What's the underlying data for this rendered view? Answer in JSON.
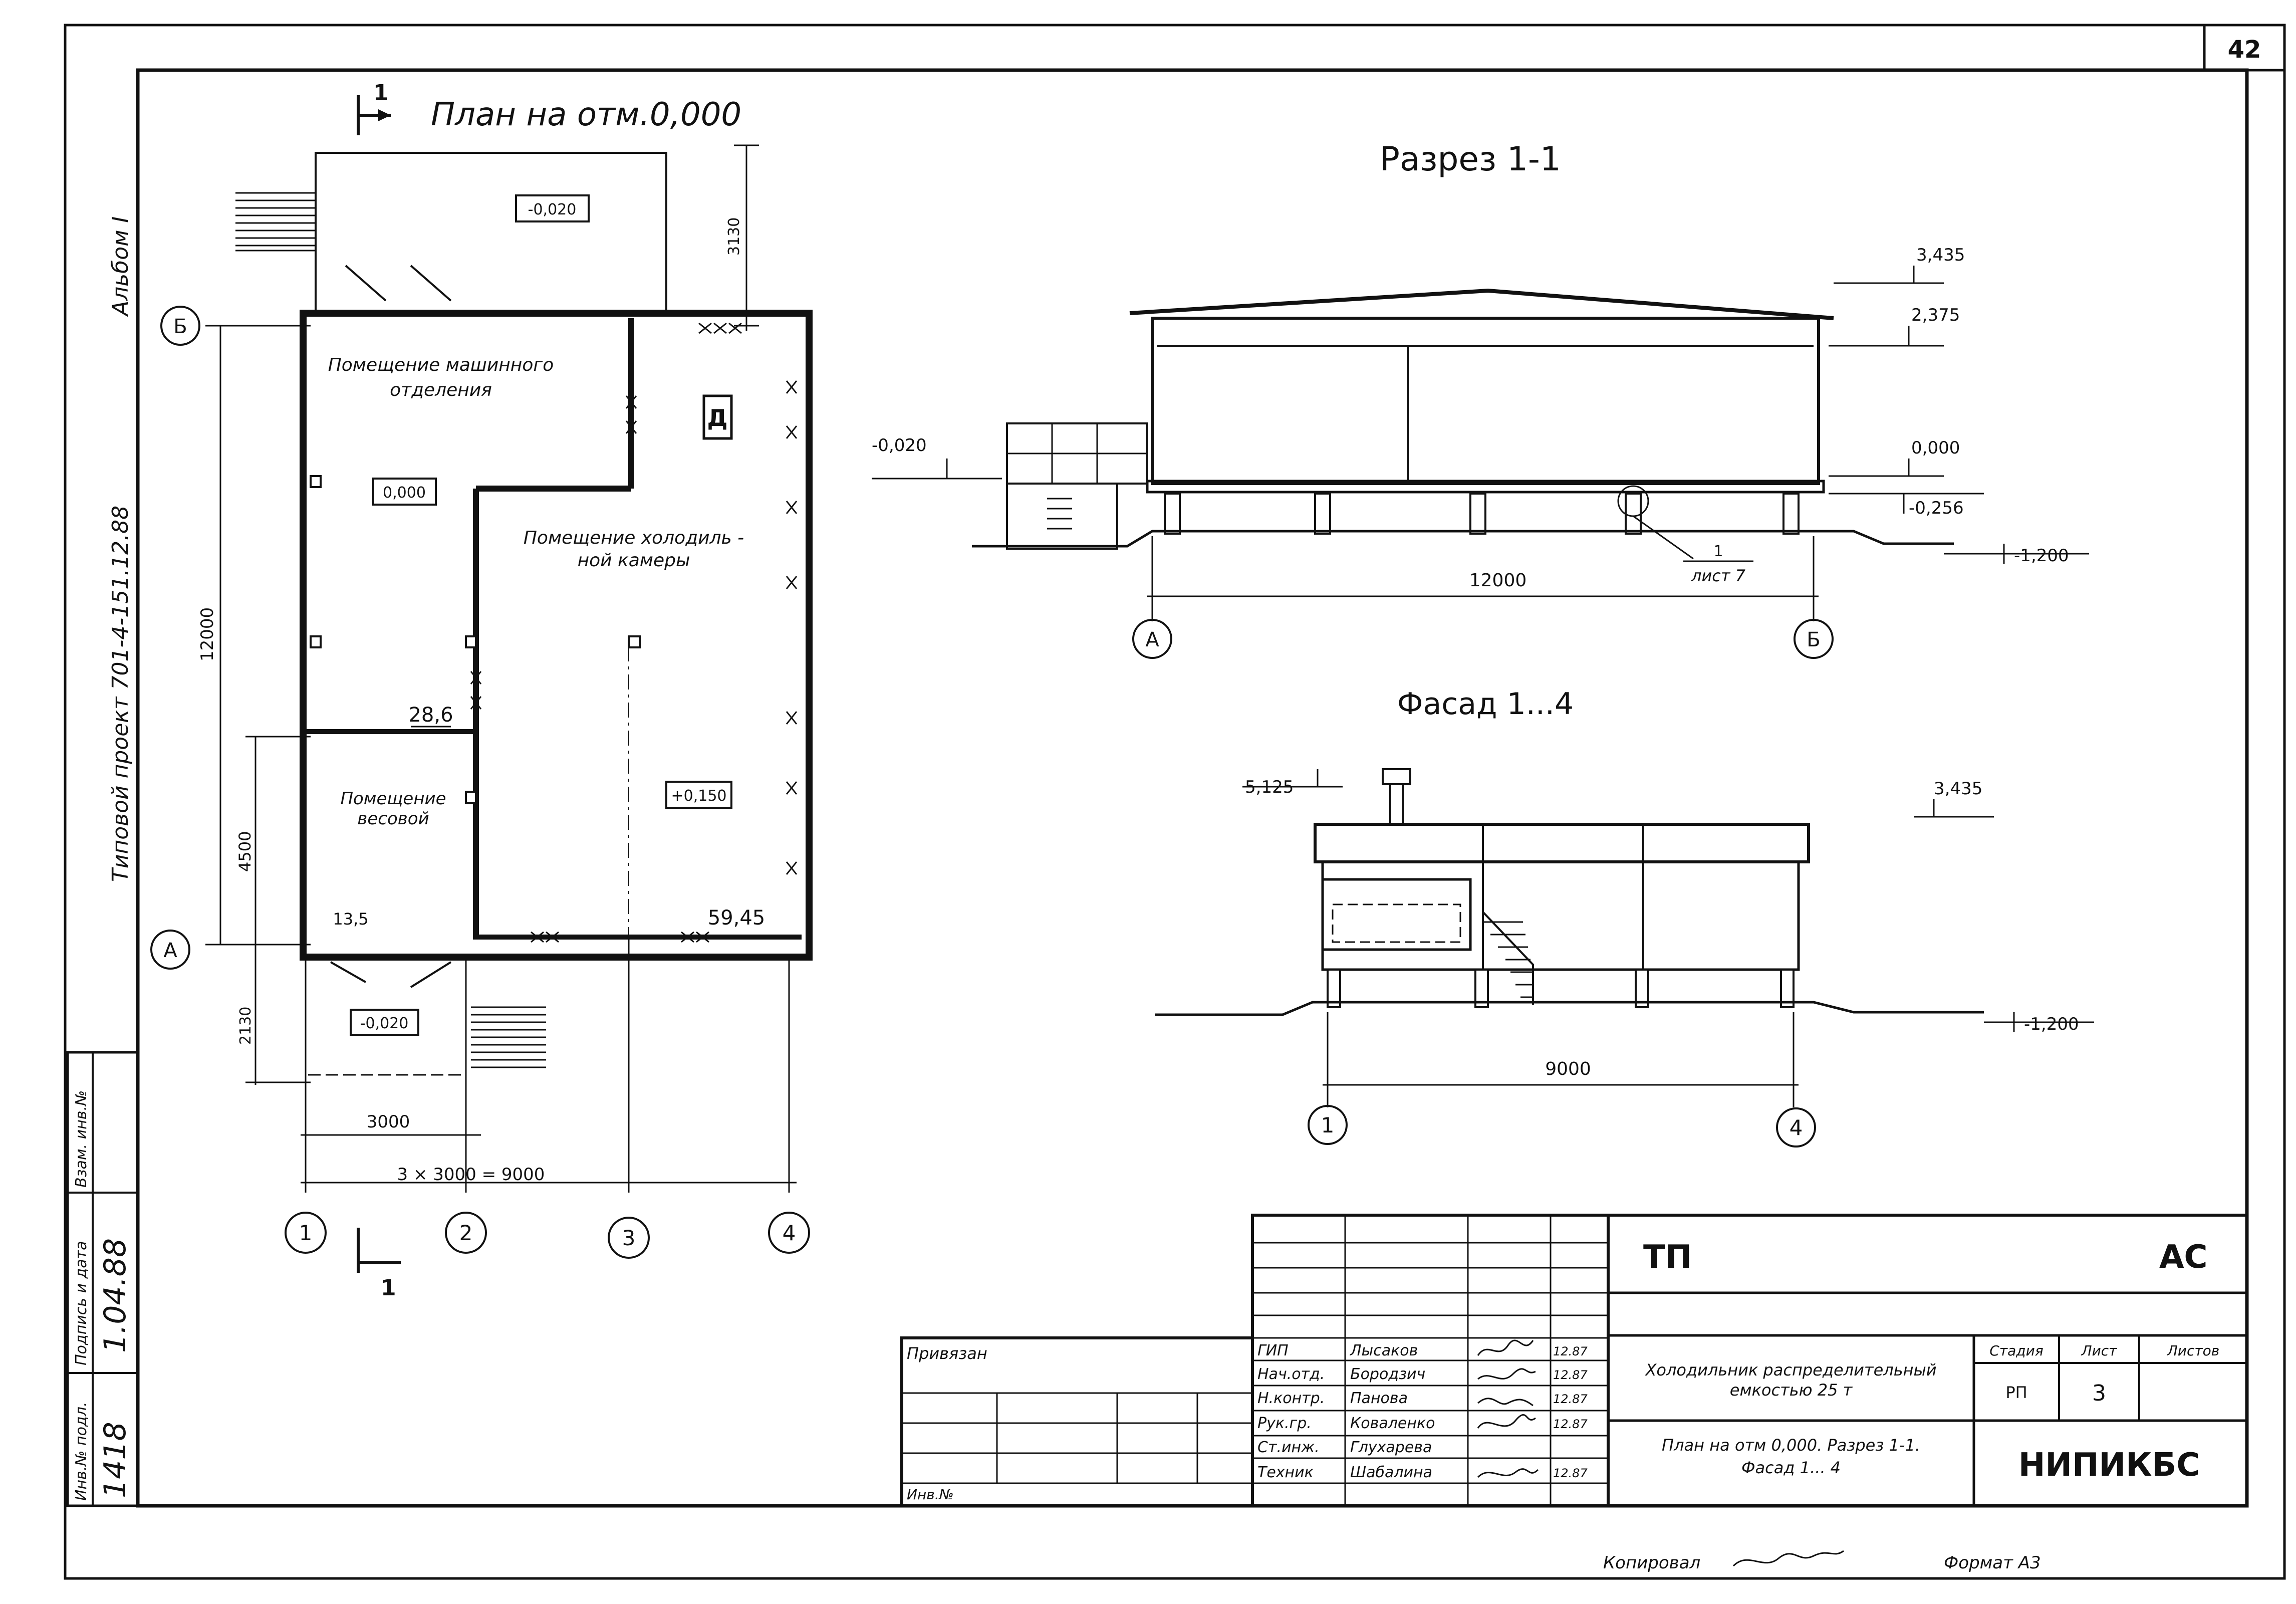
{
  "sheet_number": "42",
  "side_labels": {
    "album": "Альбом I",
    "project": "Типовой проект 701-4-151.12.88"
  },
  "plan": {
    "title": "План на отм.0,000",
    "section_mark": "1",
    "axes": {
      "a": "А",
      "b": "Б",
      "n1": "1",
      "n2": "2",
      "n3": "3",
      "n4": "4"
    },
    "rooms": {
      "machine": "Помещение машинного отделения",
      "machine_line1": "Помещение машинного",
      "machine_line2": "отделения",
      "cold_line1": "Помещение холодиль -",
      "cold_line2": "ной камеры",
      "weigh_line1": "Помещение",
      "weigh_line2": "весовой"
    },
    "marks": {
      "top_porch": "-0,020",
      "machine": "0,000",
      "cold": "+0,150",
      "bottom_porch": "-0,020",
      "d_label": "Д"
    },
    "areas": {
      "machine": "28,6",
      "weigh": "13,5",
      "cold": "59,45"
    },
    "dims": {
      "d3130": "3130",
      "d12000": "12000",
      "d4500": "4500",
      "d2130": "2130",
      "d3000": "3000",
      "total": "3 × 3000 = 9000"
    }
  },
  "section": {
    "title": "Разрез 1-1",
    "levels": {
      "l3435": "3,435",
      "l2375": "2,375",
      "l0000": "0,000",
      "lm0256": "-0,256",
      "lm1200": "-1,200",
      "lm0020": "-0,020"
    },
    "dim": "12000",
    "note_num": "1",
    "note_sheet": "лист 7",
    "axis_a": "А",
    "axis_b": "Б"
  },
  "facade": {
    "title": "Фасад 1...4",
    "levels": {
      "l5125": "5,125",
      "l3435": "3,435",
      "lm1200": "-1,200"
    },
    "dim": "9000",
    "axis_1": "1",
    "axis_4": "4"
  },
  "stamp": {
    "code": "ТП",
    "mark": "АС",
    "attached": "Привязан",
    "inv": "Инв.№",
    "roles": [
      "ГИП",
      "Нач.отд.",
      "Н.контр.",
      "Рук.гр.",
      "Ст.инж.",
      "Техник"
    ],
    "names": [
      "Лысаков",
      "Бородзич",
      "Панова",
      "Коваленко",
      "Глухарева",
      "Шабалина"
    ],
    "dates": [
      "12.87",
      "12.87",
      "12.87",
      "12.87",
      "",
      "12.87"
    ],
    "object_line1": "Холодильник распределительный",
    "object_line2": "емкостью 25 т",
    "sheet_name_line1": "План на отм 0,000. Разрез 1-1.",
    "sheet_name_line2": "Фасад 1... 4",
    "stage_h": "Стадия",
    "sheet_h": "Лист",
    "sheets_h": "Листов",
    "stage": "РП",
    "sheet": "3",
    "org": "НИПИКБС"
  },
  "left_strip": {
    "inv_orig": "Инв.№ подл.",
    "sign_date": "Подпись и дата",
    "vzam": "Взам. инв.№",
    "inv_val": "1418",
    "sign_val": "1.04.88"
  },
  "footer": {
    "copied": "Копировал",
    "format": "Формат А3"
  }
}
